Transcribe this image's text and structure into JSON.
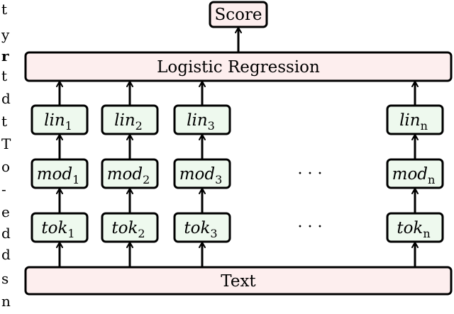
{
  "margin_text": [
    "t",
    "y",
    "r",
    "t",
    "d",
    "t",
    "T",
    "o",
    "-",
    "e",
    "d",
    "d",
    "s",
    "n"
  ],
  "diagram": {
    "output_label": "Score",
    "classifier_label": "Logistic Regression",
    "input_label": "Text",
    "ellipsis": "· · ·",
    "columns": [
      {
        "lin": {
          "base": "lin",
          "sub": "1"
        },
        "mod": {
          "base": "mod",
          "sub": "1"
        },
        "tok": {
          "base": "tok",
          "sub": "1"
        }
      },
      {
        "lin": {
          "base": "lin",
          "sub": "2"
        },
        "mod": {
          "base": "mod",
          "sub": "2"
        },
        "tok": {
          "base": "tok",
          "sub": "2"
        }
      },
      {
        "lin": {
          "base": "lin",
          "sub": "3"
        },
        "mod": {
          "base": "mod",
          "sub": "3"
        },
        "tok": {
          "base": "tok",
          "sub": "3"
        }
      },
      {
        "lin": {
          "base": "lin",
          "sub": "n"
        },
        "mod": {
          "base": "mod",
          "sub": "n"
        },
        "tok": {
          "base": "tok",
          "sub": "n"
        }
      }
    ],
    "colors": {
      "pink_fill": "#fdeeee",
      "green_fill": "#eef9ee",
      "stroke": "#000000"
    }
  }
}
